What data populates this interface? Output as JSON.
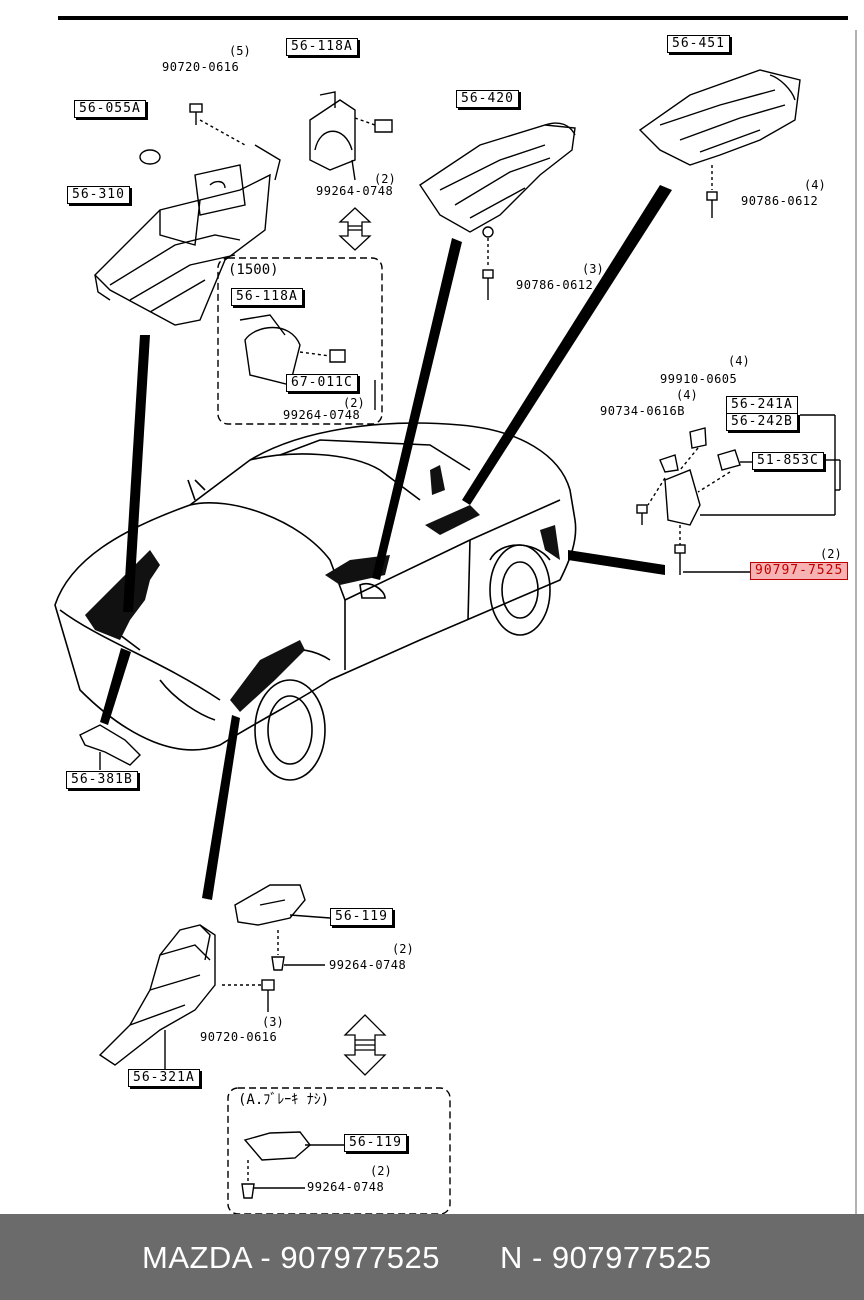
{
  "footer": {
    "left": "MAZDA - 907977525",
    "right": "N - 907977525"
  },
  "variants": {
    "engine_1500": "(1500)",
    "brake_note": "(A.ﾌﾞﾚｰｷ ﾅｼ)"
  },
  "parts": {
    "p56_055A": "56-055A",
    "p56_310": "56-310",
    "p56_118A_top": "56-118A",
    "p56_118A_box": "56-118A",
    "p67_011C": "67-011C",
    "p56_420": "56-420",
    "p56_451": "56-451",
    "p56_241A": "56-241A",
    "p56_242B": "56-242B",
    "p51_853C": "51-853C",
    "p90797_7525": "90797-7525",
    "p56_381B": "56-381B",
    "p56_119_a": "56-119",
    "p56_321A": "56-321A",
    "p56_119_b": "56-119"
  },
  "fasteners": {
    "f90720_0616_top": "90720-0616",
    "f99264_0748_top": "99264-0748",
    "f99264_0748_box": "99264-0748",
    "f90786_0612_mid": "90786-0612",
    "f90786_0612_right": "90786-0612",
    "f99910_0605": "99910-0605",
    "f90734_0616B": "90734-0616B",
    "f99264_0748_lower": "99264-0748",
    "f90720_0616_lower": "90720-0616",
    "f99264_0748_bottom": "99264-0748"
  },
  "quantities": {
    "q5": "(5)",
    "q2_top": "(2)",
    "q2_box": "(2)",
    "q3_mid": "(3)",
    "q4_right": "(4)",
    "q4_clip": "(4)",
    "q4_bolt": "(4)",
    "q2_hl": "(2)",
    "q2_lower": "(2)",
    "q3_lower": "(3)",
    "q2_bottom": "(2)"
  }
}
